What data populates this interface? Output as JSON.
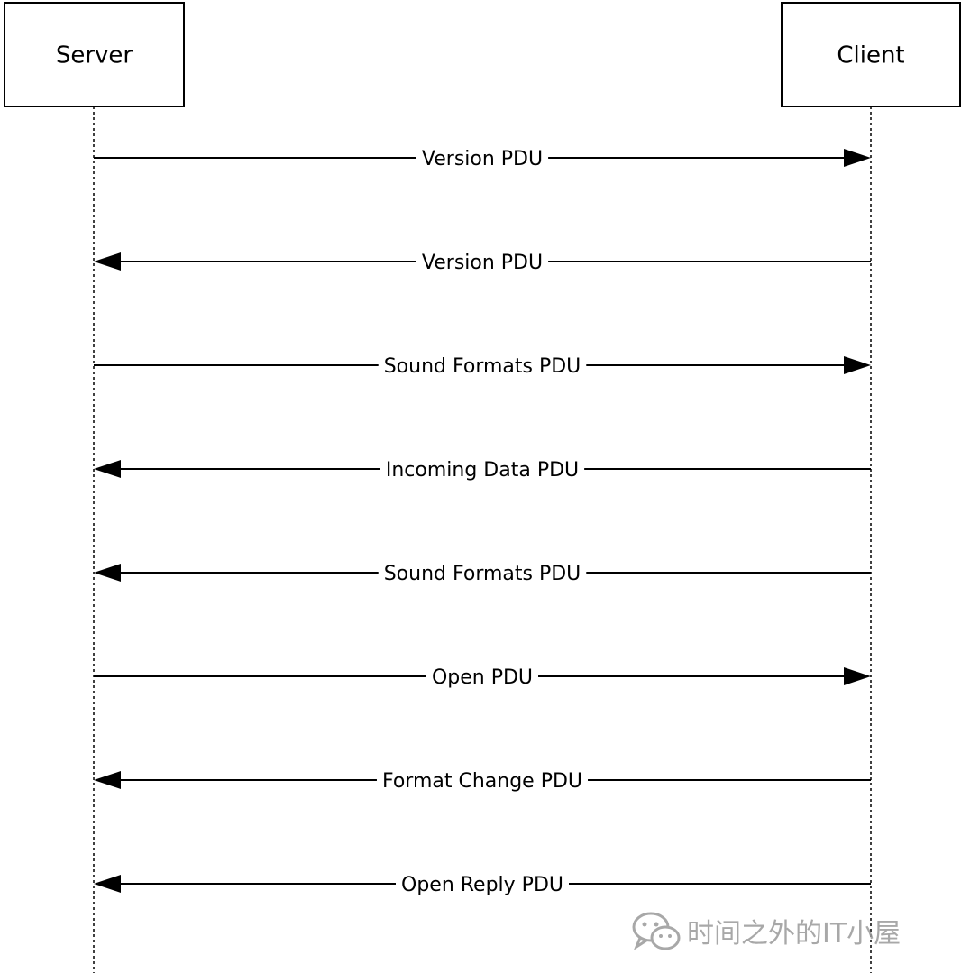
{
  "participants": [
    {
      "id": "server",
      "label": "Server"
    },
    {
      "id": "client",
      "label": "Client"
    }
  ],
  "messages": [
    {
      "from": "server",
      "to": "client",
      "label": "Version PDU"
    },
    {
      "from": "client",
      "to": "server",
      "label": "Version PDU"
    },
    {
      "from": "server",
      "to": "client",
      "label": "Sound Formats PDU"
    },
    {
      "from": "client",
      "to": "server",
      "label": "Incoming Data PDU"
    },
    {
      "from": "client",
      "to": "server",
      "label": "Sound Formats PDU"
    },
    {
      "from": "server",
      "to": "client",
      "label": "Open PDU"
    },
    {
      "from": "client",
      "to": "server",
      "label": "Format Change PDU"
    },
    {
      "from": "client",
      "to": "server",
      "label": "Open Reply PDU"
    }
  ],
  "watermark": {
    "icon": "wechat-icon",
    "text": "时间之外的IT小屋"
  },
  "colors": {
    "line": "#000000",
    "watermark": "#9a9a9a"
  }
}
